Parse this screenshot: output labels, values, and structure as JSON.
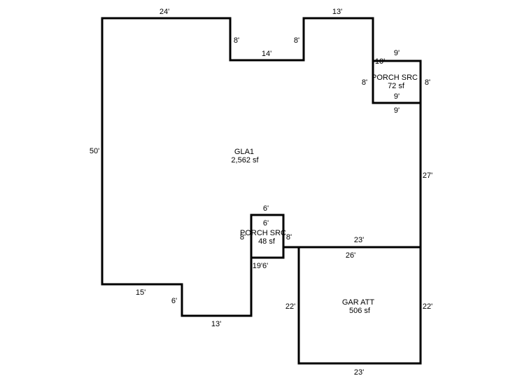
{
  "areas": {
    "gla1": {
      "name": "GLA1",
      "size": "2,562 sf"
    },
    "porch_upper": {
      "name": "PORCH SRC",
      "size": "72 sf"
    },
    "porch_lower": {
      "name": "PORCH SRC",
      "size": "48 sf"
    },
    "garage": {
      "name": "GAR ATT",
      "size": "506 sf"
    }
  },
  "dimensions": {
    "gla_top_left": "24'",
    "gla_notch_left": "8'",
    "gla_notch_bottom": "14'",
    "gla_notch_right": "8'",
    "gla_top_right": "13'",
    "gla_left": "50'",
    "gla_right": "27'",
    "gla_bottom_left": "15'",
    "gla_bottom_step": "6'",
    "gla_bottom_mid": "13'",
    "gla_bottom_rise": "19'6'",
    "gla_above_garage": "23'",
    "porch_upper_top": "9'",
    "porch_upper_right": "8'",
    "porch_upper_left": "8'",
    "porch_upper_bottom": "9'",
    "porch_upper_inner_top": "10'",
    "porch_upper_inner_bottom": "9'",
    "porch_lower_top": "6'",
    "porch_lower_inner_top": "6'",
    "porch_lower_left": "8'",
    "porch_lower_right": "8'",
    "garage_top": "26'",
    "garage_left": "22'",
    "garage_right": "22'",
    "garage_bottom": "23'"
  }
}
